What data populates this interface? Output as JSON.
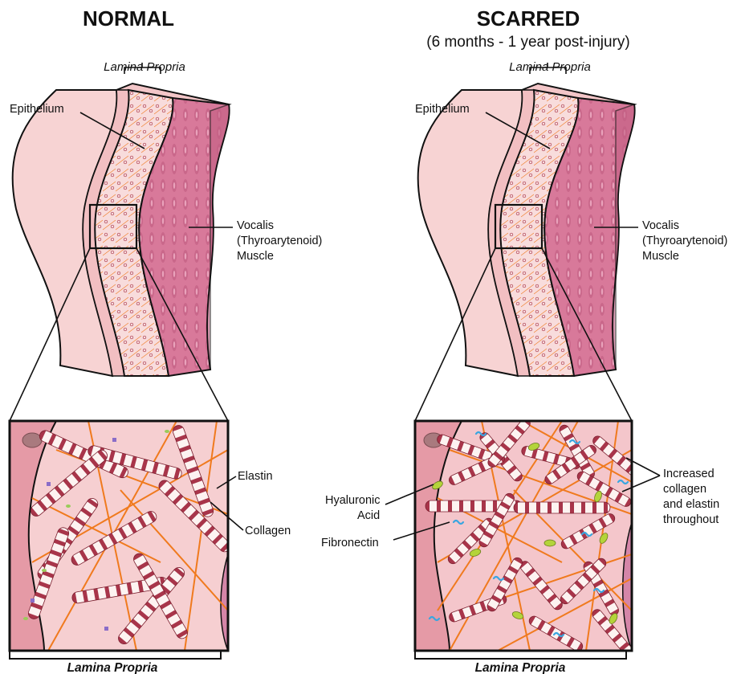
{
  "normal": {
    "title": "NORMAL",
    "lamina_top": "Lamina Propria",
    "epithelium": "Epithelium",
    "muscle": [
      "Vocalis",
      "(Thyroarytenoid)",
      "Muscle"
    ],
    "elastin": "Elastin",
    "collagen": "Collagen",
    "lamina_bottom": "Lamina Propria"
  },
  "scarred": {
    "title": "SCARRED",
    "subtitle": "(6 months - 1 year post-injury)",
    "lamina_top": "Lamina Propria",
    "epithelium": "Epithelium",
    "muscle": [
      "Vocalis",
      "(Thyroarytenoid)",
      "Muscle"
    ],
    "hyaluronic": [
      "Hyaluronic",
      "Acid"
    ],
    "fibronectin": "Fibronectin",
    "increased": [
      "Increased",
      "collagen",
      "and elastin",
      "throughout"
    ],
    "lamina_bottom": "Lamina Propria"
  },
  "colors": {
    "mucosa_light": "#f7d3d3",
    "mucosa_mid": "#eeb5b7",
    "muscle": "#d8799a",
    "matrix": "#f6cfd1",
    "collagen_band": "#a8354a",
    "elastin": "#f07a1e",
    "hyaluronic": "#b4d43a",
    "fibronectin": "#3aa6e0",
    "outline": "#111111"
  }
}
